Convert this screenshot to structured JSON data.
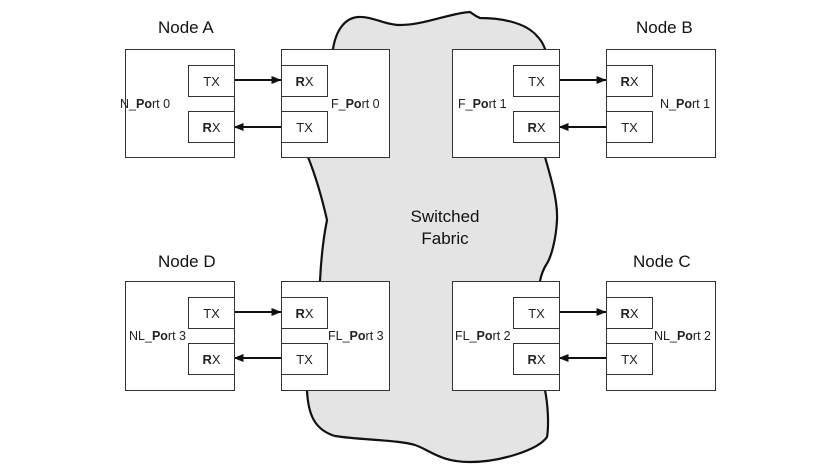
{
  "diagram": {
    "fabric": {
      "line1": "Switched",
      "line2": "Fabric",
      "fill_color": "#e4e4e4",
      "stroke_color": "#111111"
    },
    "nodes": [
      {
        "title": "Node A",
        "node_port": {
          "label_pre": "N_",
          "label_bold": "Po",
          "label_post": "rt 0"
        },
        "fabric_port": {
          "label_pre": "F_",
          "label_bold": "Po",
          "label_post": "rt 0"
        },
        "node_tx": "TX",
        "node_rx_bold": "R",
        "node_rx_rest": "X",
        "fabric_tx": "TX",
        "fabric_rx_bold": "R",
        "fabric_rx_rest": "X"
      },
      {
        "title": "Node B",
        "node_port": {
          "label_pre": "N_",
          "label_bold": "Po",
          "label_post": "rt 1"
        },
        "fabric_port": {
          "label_pre": "F_",
          "label_bold": "Po",
          "label_post": "rt 1"
        },
        "node_tx": "TX",
        "node_rx_bold": "R",
        "node_rx_rest": "X",
        "fabric_tx": "TX",
        "fabric_rx_bold": "R",
        "fabric_rx_rest": "X"
      },
      {
        "title": "Node C",
        "node_port": {
          "label_pre": "NL_",
          "label_bold": "Po",
          "label_post": "rt 2"
        },
        "fabric_port": {
          "label_pre": "FL_",
          "label_bold": "Po",
          "label_post": "rt 2"
        },
        "node_tx": "TX",
        "node_rx_bold": "R",
        "node_rx_rest": "X",
        "fabric_tx": "TX",
        "fabric_rx_bold": "R",
        "fabric_rx_rest": "X"
      },
      {
        "title": "Node D",
        "node_port": {
          "label_pre": "NL_",
          "label_bold": "Po",
          "label_post": "rt 3"
        },
        "fabric_port": {
          "label_pre": "FL_",
          "label_bold": "Po",
          "label_post": "rt 3"
        },
        "node_tx": "TX",
        "node_rx_bold": "R",
        "node_rx_rest": "X",
        "fabric_tx": "TX",
        "fabric_rx_bold": "R",
        "fabric_rx_rest": "X"
      }
    ]
  }
}
